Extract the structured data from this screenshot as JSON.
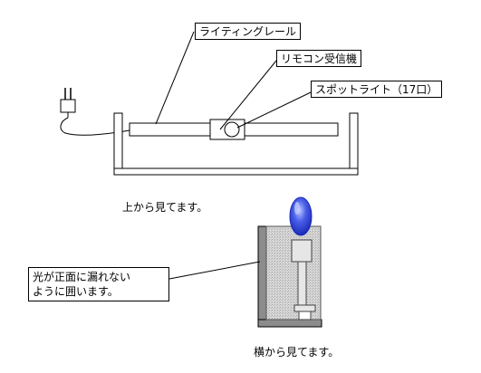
{
  "labels": {
    "rail": "ライティングレール",
    "remote": "リモコン受信機",
    "spot": "スポットライト（17口）",
    "top_view": "上から見てます。",
    "side_view": "横から見てます。",
    "shield_line1": "光が正面に漏れない",
    "shield_line2": "ように囲います。"
  },
  "colors": {
    "line": "#000000",
    "frame": "#8c8c8c",
    "frame_light": "#cfcfcf",
    "bulb": "#2f43d8",
    "bulb_highlight": "#9fb0ff"
  },
  "icons": {
    "plug": "power-plug-icon"
  }
}
